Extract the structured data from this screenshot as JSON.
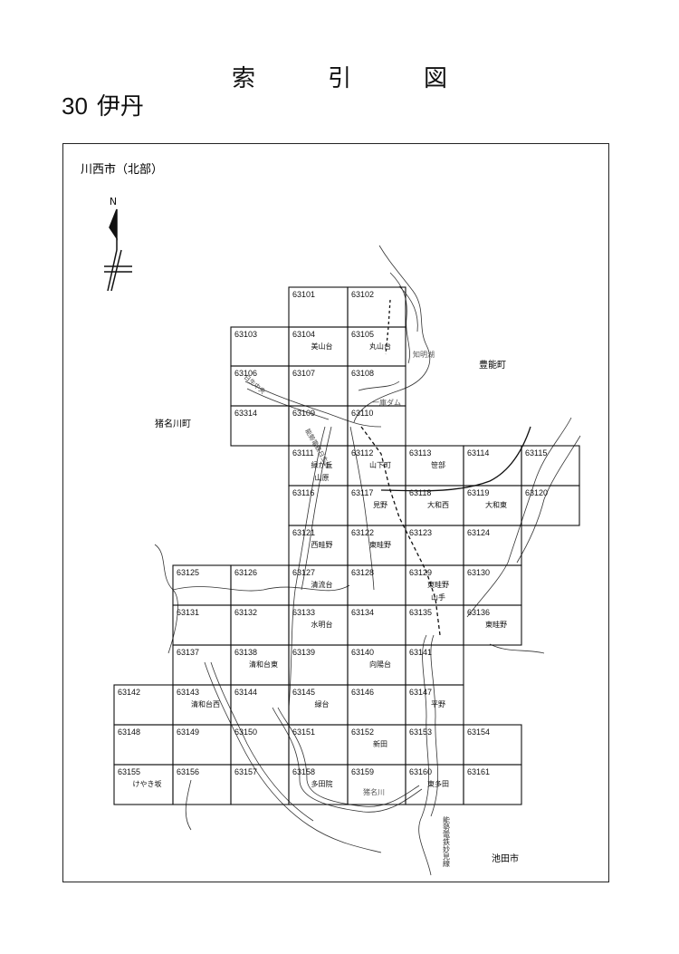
{
  "header": {
    "title_chars": [
      "索",
      "引",
      "図"
    ],
    "number": "30",
    "name": "伊丹"
  },
  "map": {
    "region_title": "川西市（北部）",
    "north": "N",
    "places": {
      "nose": "豊能町",
      "inagawa": "猪名川町",
      "ikeda": "池田市",
      "chimyo": "知明湖",
      "dam": "一庫ダム",
      "railway": "能勢電鉄日生線",
      "railway2": "能勢電鉄妙見線",
      "road": "日生中央",
      "river": "猪名川"
    },
    "tiles": [
      {
        "id": "63101",
        "name": ""
      },
      {
        "id": "63102",
        "name": ""
      },
      {
        "id": "63103",
        "name": ""
      },
      {
        "id": "63104",
        "name": "美山台"
      },
      {
        "id": "63105",
        "name": "丸山台"
      },
      {
        "id": "63106",
        "name": ""
      },
      {
        "id": "63107",
        "name": ""
      },
      {
        "id": "63108",
        "name": ""
      },
      {
        "id": "63314",
        "name": ""
      },
      {
        "id": "63109",
        "name": ""
      },
      {
        "id": "63110",
        "name": ""
      },
      {
        "id": "63111",
        "name": "緑が丘 山原"
      },
      {
        "id": "63112",
        "name": "山下町"
      },
      {
        "id": "63113",
        "name": "笹部"
      },
      {
        "id": "63114",
        "name": ""
      },
      {
        "id": "63115",
        "name": ""
      },
      {
        "id": "63116",
        "name": ""
      },
      {
        "id": "63117",
        "name": "見野"
      },
      {
        "id": "63118",
        "name": "大和西"
      },
      {
        "id": "63119",
        "name": "大和東"
      },
      {
        "id": "63120",
        "name": ""
      },
      {
        "id": "63121",
        "name": "西畦野"
      },
      {
        "id": "63122",
        "name": "東畦野"
      },
      {
        "id": "63123",
        "name": ""
      },
      {
        "id": "63124",
        "name": ""
      },
      {
        "id": "63125",
        "name": ""
      },
      {
        "id": "63126",
        "name": ""
      },
      {
        "id": "63127",
        "name": "清流台"
      },
      {
        "id": "63128",
        "name": ""
      },
      {
        "id": "63129",
        "name": "東畦野 山手"
      },
      {
        "id": "63130",
        "name": ""
      },
      {
        "id": "63131",
        "name": ""
      },
      {
        "id": "63132",
        "name": ""
      },
      {
        "id": "63133",
        "name": "水明台"
      },
      {
        "id": "63134",
        "name": ""
      },
      {
        "id": "63135",
        "name": ""
      },
      {
        "id": "63136",
        "name": "東畦野"
      },
      {
        "id": "63137",
        "name": ""
      },
      {
        "id": "63138",
        "name": "清和台東"
      },
      {
        "id": "63139",
        "name": ""
      },
      {
        "id": "63140",
        "name": "向陽台"
      },
      {
        "id": "63141",
        "name": ""
      },
      {
        "id": "63142",
        "name": ""
      },
      {
        "id": "63143",
        "name": "清和台西"
      },
      {
        "id": "63144",
        "name": ""
      },
      {
        "id": "63145",
        "name": "緑台"
      },
      {
        "id": "63146",
        "name": ""
      },
      {
        "id": "63147",
        "name": "平野"
      },
      {
        "id": "63148",
        "name": ""
      },
      {
        "id": "63149",
        "name": ""
      },
      {
        "id": "63150",
        "name": ""
      },
      {
        "id": "63151",
        "name": ""
      },
      {
        "id": "63152",
        "name": "新田"
      },
      {
        "id": "63153",
        "name": ""
      },
      {
        "id": "63154",
        "name": ""
      },
      {
        "id": "63155",
        "name": "けやき坂"
      },
      {
        "id": "63156",
        "name": ""
      },
      {
        "id": "63157",
        "name": ""
      },
      {
        "id": "63158",
        "name": "多田院"
      },
      {
        "id": "63159",
        "name": ""
      },
      {
        "id": "63160",
        "name": "東多田"
      },
      {
        "id": "63161",
        "name": ""
      }
    ]
  }
}
